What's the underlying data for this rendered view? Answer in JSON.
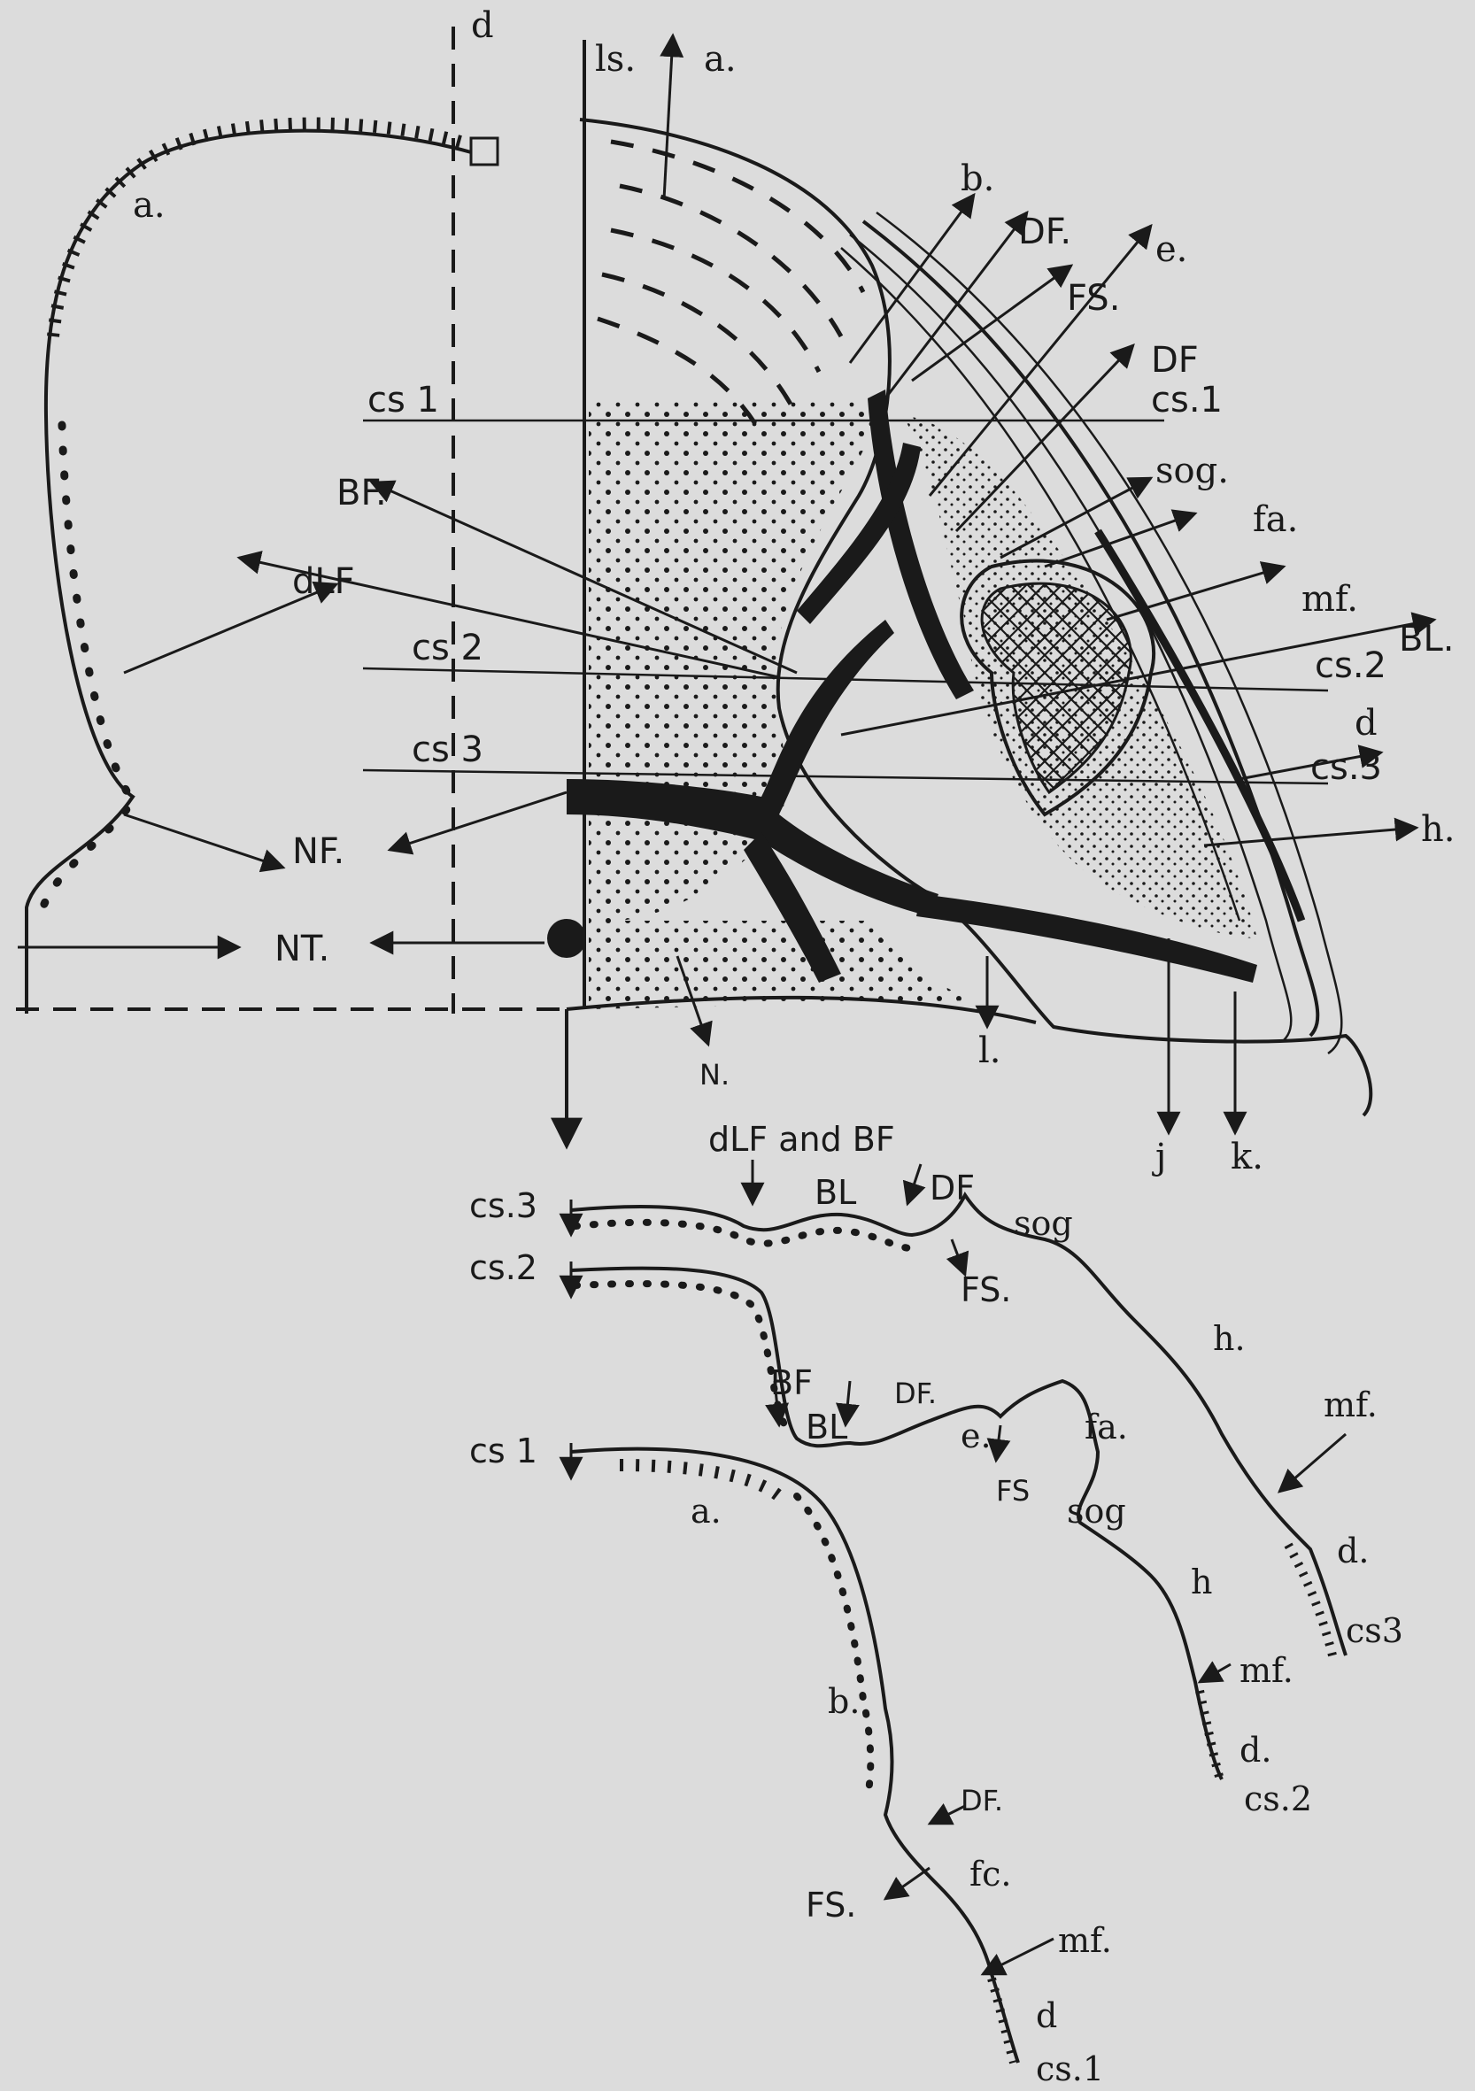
{
  "figure": {
    "background_color": "#dcdcdc",
    "ink_color": "#1a1a1a",
    "hatch_color": "#1a1a1a",
    "top_view": {
      "labels": {
        "ls": "ls.",
        "a_top": "a.",
        "d_top": "d",
        "a_head": "a.",
        "b": "b.",
        "DF_1": "DF.",
        "FS": "FS.",
        "e": "e.",
        "DF_2": "DF",
        "cs1_left": "cs 1",
        "cs1_right": "cs.1",
        "sog": "sog.",
        "BF": "BF.",
        "fa": "fa.",
        "mf": "mf.",
        "dLF": "dLF",
        "BL": "BL.",
        "cs2_left": "cs 2",
        "cs2_right": "cs.2",
        "cs3_left": "cs 3",
        "cs3_right": "cs.3",
        "d_right": "d",
        "NF": "NF.",
        "h": "h.",
        "NT_left": "NT.",
        "N": "N.",
        "l": "l.",
        "j": "j",
        "k": "k."
      }
    },
    "cross_sections": {
      "cs3": {
        "name": "cs.3",
        "labels": {
          "top_group": "dLF and BF",
          "BL": "BL",
          "DF": "DF",
          "FS": "FS.",
          "sog": "sog",
          "h": "h.",
          "mf": "mf.",
          "d": "d.",
          "end": "cs3"
        }
      },
      "cs2": {
        "name": "cs.2",
        "labels": {
          "BF": "BF",
          "BL": "BL",
          "DF": "DF.",
          "e": "e.",
          "FS": "FS",
          "fa": "fa.",
          "sog": "sog",
          "h": "h",
          "mf": "mf.",
          "d": "d.",
          "end": "cs.2"
        }
      },
      "cs1": {
        "name": "cs 1",
        "labels": {
          "a": "a.",
          "b": "b.",
          "DF": "DF.",
          "FS": "FS.",
          "fc": "fc.",
          "mf": "mf.",
          "d": "d",
          "end": "cs.1"
        }
      }
    }
  }
}
